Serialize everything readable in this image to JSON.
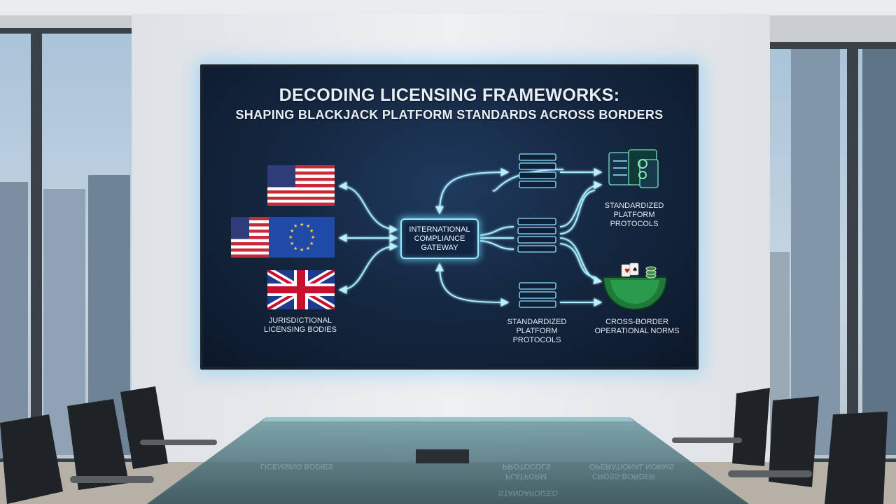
{
  "title": "DECODING LICENSING FRAMEWORKS:",
  "subtitle": "SHAPING BLACKJACK PLATFORM STANDARDS ACROSS BORDERS",
  "left_group": {
    "label_line1": "JURISDICTIONAL",
    "label_line2": "LICENSING BODIES"
  },
  "gateway": {
    "line1": "INTERNATIONAL",
    "line2": "COMPLIANCE",
    "line3": "GATEWAY"
  },
  "bottom_center": {
    "line1": "STANDARDIZED",
    "line2": "PLATFORM",
    "line3": "PROTOCOLS"
  },
  "right_top": {
    "line1": "STANDARDIZED",
    "line2": "PLATFORM",
    "line3": "PROTOCOLS"
  },
  "right_bottom": {
    "line1": "CROSS-BORDER",
    "line2": "OPERATIONAL NORMS"
  },
  "reflections": {
    "left": "LICENSING BODIES",
    "center_a": "PROTOCOLS",
    "center_b": "PLATFORM",
    "right_a": "OPERATIONAL NORMS",
    "right_b": "CROSS-BORDER",
    "center_c": "STANDARDIZED"
  },
  "colors": {
    "glow": "#9fe6ff",
    "screen_bg": "#152842",
    "text": "#e9eef6"
  }
}
